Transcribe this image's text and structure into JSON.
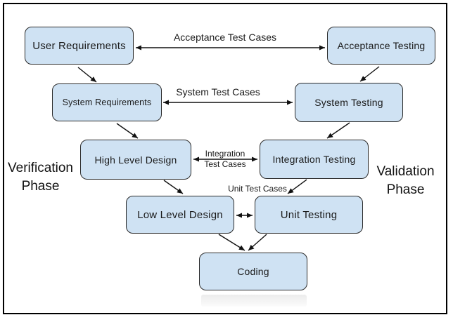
{
  "boxes": {
    "user_requirements": {
      "label": "User Requirements"
    },
    "acceptance_testing": {
      "label": "Acceptance Testing"
    },
    "system_requirements": {
      "label": "System Requirements"
    },
    "system_testing": {
      "label": "System Testing"
    },
    "high_level_design": {
      "label": "High Level Design"
    },
    "integration_testing": {
      "label": "Integration Testing"
    },
    "low_level_design": {
      "label": "Low Level Design"
    },
    "unit_testing": {
      "label": "Unit Testing"
    },
    "coding": {
      "label": "Coding"
    }
  },
  "connector_labels": {
    "acceptance_test_cases": "Acceptance Test Cases",
    "system_test_cases": "System Test Cases",
    "integration_test_cases": "Integration Test Cases",
    "unit_test_cases": "Unit Test Cases"
  },
  "phase_labels": {
    "verification": "Verification Phase",
    "validation": "Validation Phase"
  },
  "colors": {
    "box_fill": "#cfe2f3",
    "box_border": "#2b2b2b",
    "arrow": "#111111",
    "frame_border": "#000000",
    "background": "#ffffff"
  }
}
